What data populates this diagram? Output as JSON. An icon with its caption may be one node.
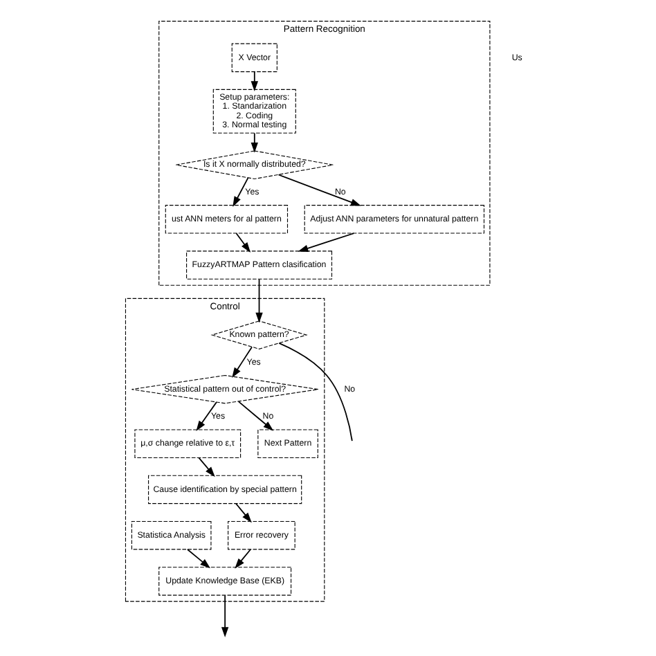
{
  "diagram": {
    "nodes": [
      {
        "text": [
          "Pattern Recognition"
        ]
      },
      {
        "text": [
          "X Vector"
        ],
        "in": 0
      },
      {
        "text": [
          "Setup parameters:",
          "1. Standarization",
          "2. Coding",
          "3. Normal testing"
        ],
        "in": 0
      },
      {
        "text": [
          "Is it X normally distributed?"
        ],
        "in": 0
      },
      {
        "text": [
          "ust ANN meters for al pattern"
        ],
        "in": 0
      },
      {
        "text": [
          "Adjust ANN parameters for unnatural pattern"
        ],
        "in": 0
      },
      {
        "text": [
          "FuzzyARTMAP Pattern clasification"
        ],
        "in": 0
      },
      {
        "text": [
          "Control"
        ]
      },
      {
        "text": [
          "Known pattern?"
        ],
        "in": 7
      },
      {
        "text": [
          "Statistical pattern out of control?"
        ],
        "in": 7
      },
      {
        "text": [
          "μ,σ change relative to ε,τ"
        ],
        "in": 7
      },
      {
        "text": [
          "Next Pattern"
        ],
        "in": 7
      },
      {
        "text": [
          "Cause identification by special pattern"
        ],
        "in": 7
      },
      {
        "text": [
          "Error recovery"
        ],
        "in": 7
      },
      {
        "text": [
          "Update Knowledge Base (EKB)"
        ],
        "in": 7
      },
      {
        "text": [
          "Statistica Analysis"
        ],
        "in": 7
      }
    ],
    "edges": [
      {
        "from": 1,
        "to": 2,
        "arrow": "to"
      },
      {
        "from": 2,
        "to": 3,
        "arrow": "to"
      },
      {
        "from": 3,
        "to": 4,
        "arrow": "to",
        "label": "Yes"
      },
      {
        "from": 3,
        "to": 5,
        "arrow": "to",
        "label": "No"
      },
      {
        "from": 4,
        "to": 6,
        "arrow": "to"
      },
      {
        "from": 5,
        "to": 6,
        "arrow": "to"
      },
      {
        "from": 6,
        "to": 8,
        "arrow": "to"
      },
      {
        "from": 8,
        "to": 9,
        "arrow": "to",
        "label": "Yes"
      },
      {
        "from": 8,
        "to": null,
        "arrow": "none",
        "label": "No"
      },
      {
        "from": 9,
        "to": 11,
        "arrow": "to",
        "label": "No"
      },
      {
        "from": 9,
        "to": 10,
        "arrow": "to",
        "label": "Yes"
      },
      {
        "from": 10,
        "to": 12,
        "arrow": "to"
      },
      {
        "from": 12,
        "to": 13,
        "arrow": "to"
      },
      {
        "from": 13,
        "to": 14,
        "arrow": "to"
      },
      {
        "from": 15,
        "to": 14,
        "arrow": "to"
      },
      {
        "from": 14,
        "to": null,
        "arrow": "to"
      }
    ],
    "labels": [
      "Us"
    ]
  }
}
